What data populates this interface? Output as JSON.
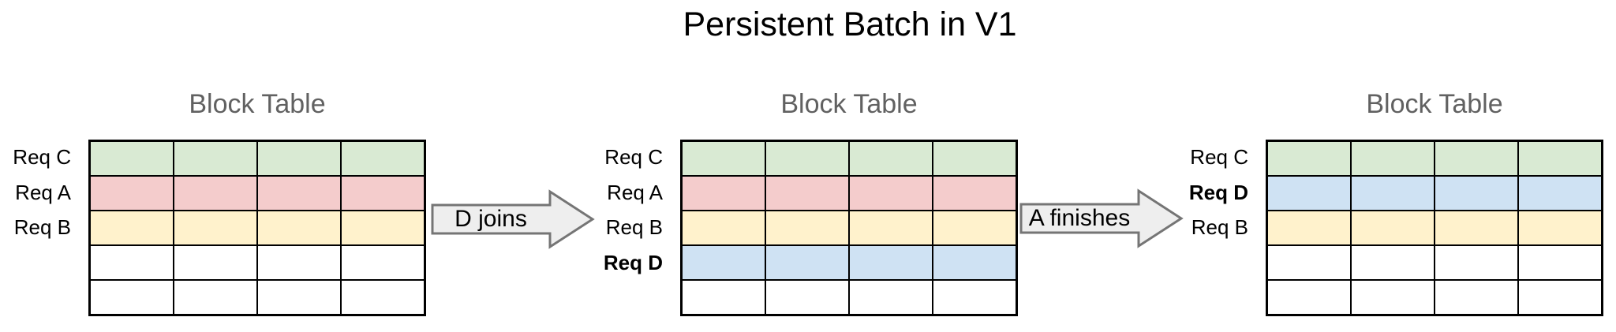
{
  "title": "Persistent Batch in V1",
  "colors": {
    "row_green": "#d9ead3",
    "row_red": "#f4cccc",
    "row_yellow": "#fff2cc",
    "row_blue": "#cfe2f3",
    "row_empty": "#ffffff",
    "grid_border": "#000000",
    "heading_gray": "#616161",
    "arrow_fill": "#eeeeee",
    "arrow_border": "#757575"
  },
  "panels": [
    {
      "heading": "Block Table",
      "columns": 4,
      "rows": [
        {
          "label": "Req C",
          "bold": false,
          "color": "#d9ead3"
        },
        {
          "label": "Req A",
          "bold": false,
          "color": "#f4cccc"
        },
        {
          "label": "Req B",
          "bold": false,
          "color": "#fff2cc"
        },
        {
          "label": "",
          "bold": false,
          "color": "#ffffff"
        },
        {
          "label": "",
          "bold": false,
          "color": "#ffffff"
        }
      ]
    },
    {
      "heading": "Block Table",
      "columns": 4,
      "rows": [
        {
          "label": "Req C",
          "bold": false,
          "color": "#d9ead3"
        },
        {
          "label": "Req A",
          "bold": false,
          "color": "#f4cccc"
        },
        {
          "label": "Req B",
          "bold": false,
          "color": "#fff2cc"
        },
        {
          "label": "Req D",
          "bold": true,
          "color": "#cfe2f3"
        },
        {
          "label": "",
          "bold": false,
          "color": "#ffffff"
        }
      ]
    },
    {
      "heading": "Block Table",
      "columns": 4,
      "rows": [
        {
          "label": "Req C",
          "bold": false,
          "color": "#d9ead3"
        },
        {
          "label": "Req D",
          "bold": true,
          "color": "#cfe2f3"
        },
        {
          "label": "Req B",
          "bold": false,
          "color": "#fff2cc"
        },
        {
          "label": "",
          "bold": false,
          "color": "#ffffff"
        },
        {
          "label": "",
          "bold": false,
          "color": "#ffffff"
        }
      ]
    }
  ],
  "arrows": [
    {
      "label": "D joins"
    },
    {
      "label": "A finishes"
    }
  ]
}
